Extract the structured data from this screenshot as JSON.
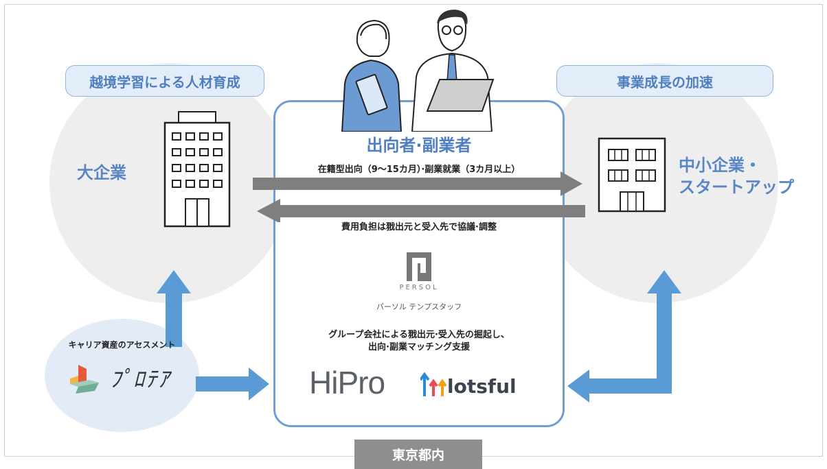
{
  "pills": {
    "left": "越境学習による人材育成",
    "right": "事業成長の加速"
  },
  "sides": {
    "large_company": "大企業",
    "sme_line1": "中小企業・",
    "sme_line2": "スタートアップ"
  },
  "center": {
    "title": "出向者·副業者",
    "arrow_right_caption": "在籍型出向（9～15カ月）·副業就業（3カ月以上）",
    "arrow_left_caption": "費用負担は𦐂出元と受入先で協議·調整",
    "persol_logo_text": "PERSOL",
    "persol_kana": "パーソル テンプスタッフ",
    "support_line1": "グループ会社による𦐂出元·受入先の掘起し、",
    "support_line2": "出向·副業マッチング支援",
    "hipro_logo": "HiPro",
    "lotsful_logo": "lotsful"
  },
  "assessment": {
    "label": "キャリア資産のアセスメント",
    "logo_text": "ﾌﾟﾛﾃｱ"
  },
  "footer": {
    "region": "東京都内"
  },
  "colors": {
    "accent_blue": "#5b9bd5",
    "title_blue": "#4f7fbf",
    "arrow_gray": "#7f7f7f",
    "circle_gray": "#eeeeee",
    "box_border": "#6e9ed2"
  }
}
